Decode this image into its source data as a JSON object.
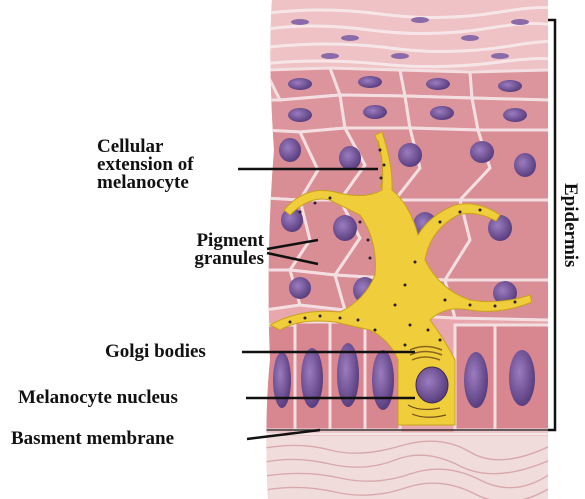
{
  "labels": {
    "cellular_extension": [
      "Cellular",
      "extension of",
      "melanocyte"
    ],
    "pigment_granules": [
      "Pigment",
      "granules"
    ],
    "golgi_bodies": "Golgi bodies",
    "melanocyte_nucleus": "Melanocyte nucleus",
    "basement_membrane": "Basment membrane",
    "epidermis": "Epidermis"
  },
  "colors": {
    "cell_fill": "#d98d95",
    "cell_border": "#f3dfe2",
    "nucleus": "#7a5a9c",
    "melanocyte": "#f0cd3a",
    "dermis": "#f1dcdc"
  }
}
